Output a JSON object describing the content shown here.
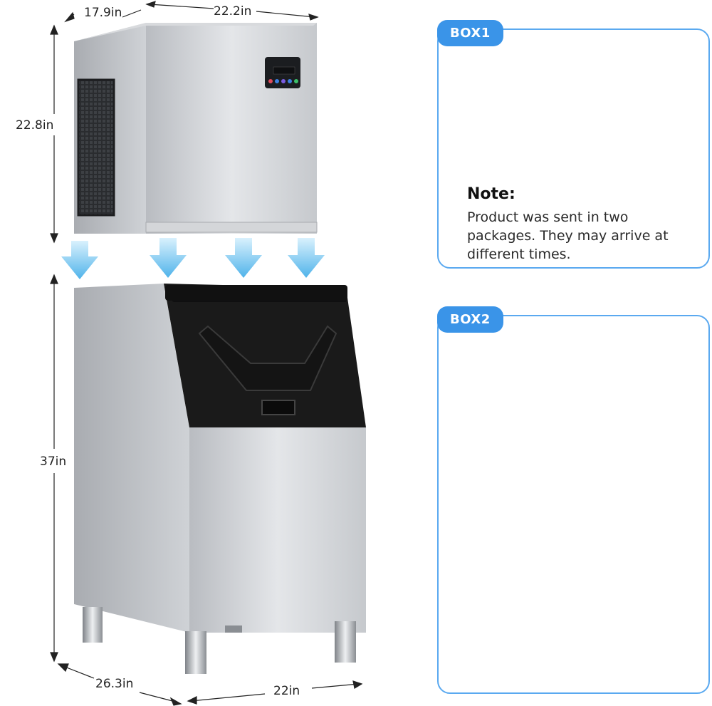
{
  "dimensions": {
    "top_depth": "17.9in",
    "top_width": "22.2in",
    "top_height": "22.8in",
    "bin_height": "37in",
    "bin_depth": "26.3in",
    "bin_width": "22in"
  },
  "box1": {
    "badge": "BOX1",
    "note_title": "Note:",
    "note_body": "Product was sent in two packages. They may arrive at different times."
  },
  "box2": {
    "badge": "BOX2"
  },
  "colors": {
    "accent": "#3a94e8",
    "panel_border": "#5aa9f0",
    "arrow": "#6cc3f0",
    "steel": "#c9ccd0",
    "black_panel": "#1a1a1a"
  }
}
